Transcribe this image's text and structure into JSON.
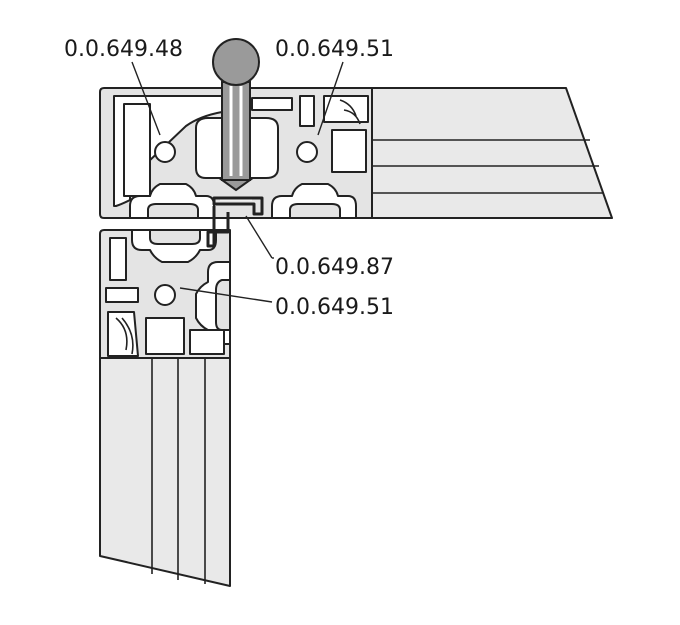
{
  "labels": {
    "top_left": "0.0.649.48",
    "top_right": "0.0.649.51",
    "clip": "0.0.649.87",
    "vertical_profile": "0.0.649.51"
  },
  "colors": {
    "profile_fill": "#e4e4e4",
    "panel_fill": "#e9e9e9",
    "pin_fill": "#9a9a9a",
    "line": "#222222"
  }
}
